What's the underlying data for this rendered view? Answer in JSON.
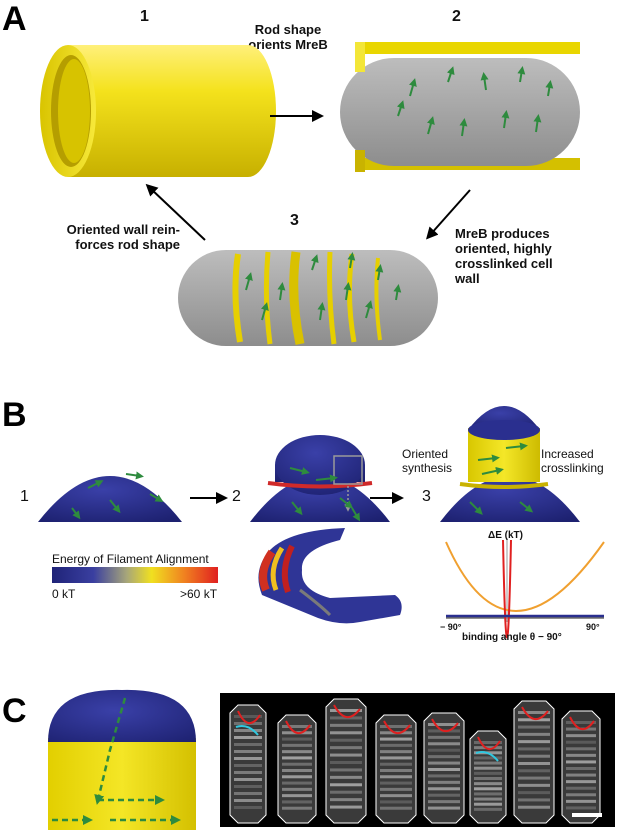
{
  "panel_a": {
    "letter": "A",
    "step1": "1",
    "step2": "2",
    "step3": "3",
    "caption_top_line1": "Rod shape",
    "caption_top_line2": "orients MreB",
    "caption_right_line1": "MreB produces",
    "caption_right_line2": "oriented, highly",
    "caption_right_line3": "crosslinked cell",
    "caption_right_line4": "wall",
    "caption_left_line1": "Oriented wall rein-",
    "caption_left_line2": "forces rod shape"
  },
  "panel_b": {
    "letter": "B",
    "step1": "1",
    "step2": "2",
    "step3": "3",
    "oriented_line1": "Oriented",
    "oriented_line2": "synthesis",
    "increased_line1": "Increased",
    "increased_line2": "crosslinking",
    "colorbar_title": "Energy of Filament Alignment",
    "colorbar_min": "0 kT",
    "colorbar_max": ">60 kT",
    "plot_title": "ΔE (kT)",
    "plot_xmin": "− 90°",
    "plot_xmax": "90°",
    "plot_xlabel": "binding angle θ − 90°"
  },
  "panel_c": {
    "letter": "C"
  },
  "colors": {
    "yellow": "#f2e21a",
    "yellow_dark": "#c9b400",
    "gray_cell": "#a9a9a9",
    "navy": "#2a2f8f",
    "green_arrow": "#2e8b3e",
    "orange_curve": "#f0a030",
    "red_curve": "#e02020"
  }
}
